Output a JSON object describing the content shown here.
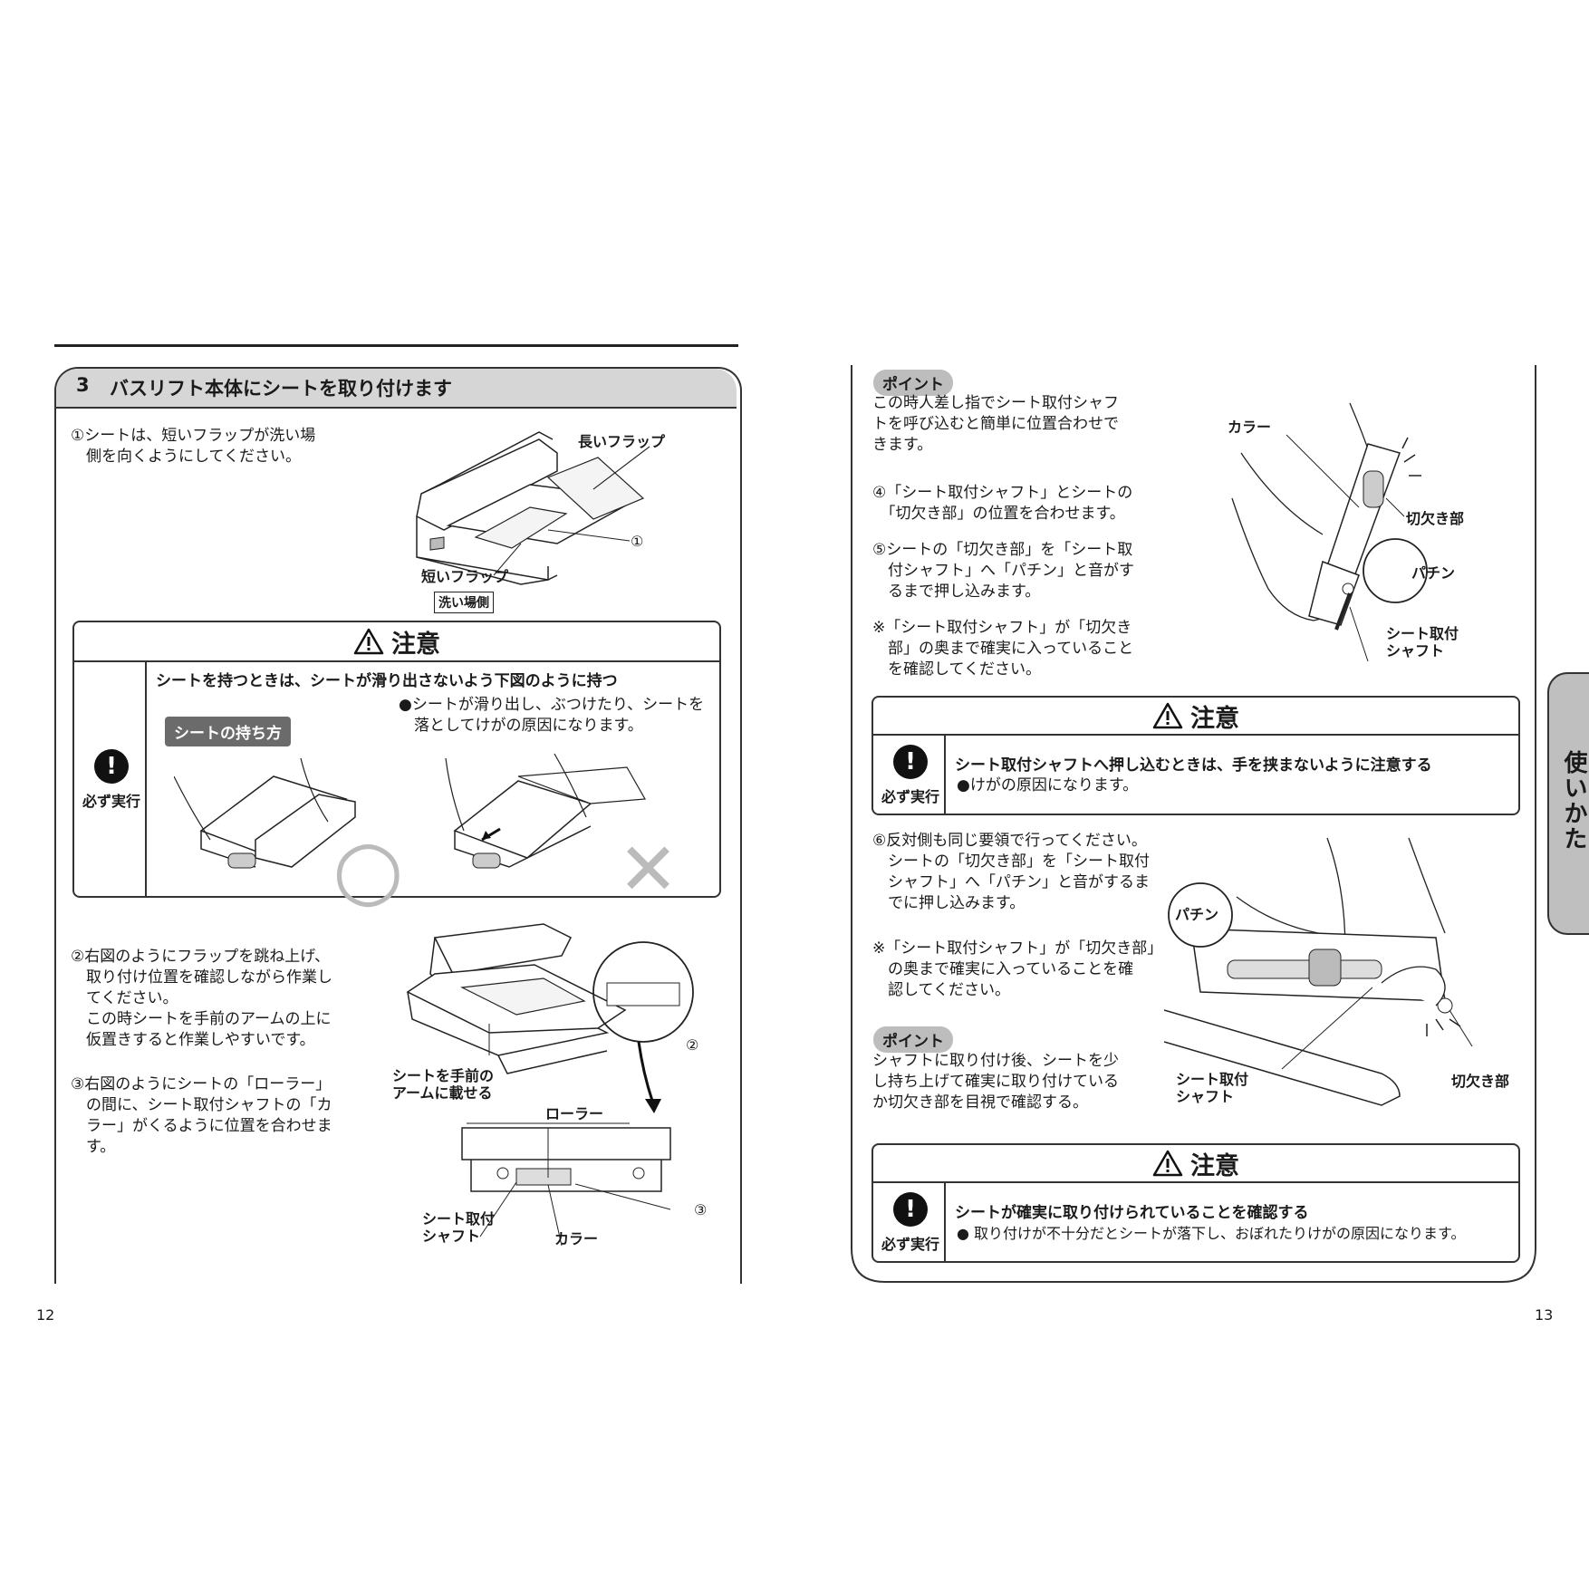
{
  "left_page": {
    "section": {
      "number": "3",
      "title": "バスリフト本体にシートを取り付けます"
    },
    "step1": "①シートは、短いフラップが洗い場\n　側を向くようにしてください。",
    "fig1_labels": {
      "long_flap": "長いフラップ",
      "marker": "①",
      "short_flap": "短いフラップ",
      "wash_side": "洗い場側"
    },
    "caution": {
      "title": "注意",
      "must_label": "必ず実行",
      "must_symbol": "!",
      "heading": "シートを持つときは、シートが滑り出さないよう下図のように持つ",
      "bullet": "●シートが滑り出し、ぶつけたり、シートを\n　落としてけがの原因になります。",
      "holding_label": "シートの持ち方",
      "ok_mark": "○",
      "ng_mark": "✕"
    },
    "step2": "②右図のようにフラップを跳ね上げ、\n　取り付け位置を確認しながら作業し\n　てください。\n　この時シートを手前のアームの上に\n　仮置きすると作業しやすいです。",
    "step3": "③右図のようにシートの「ローラー」\n　の間に、シート取付シャフトの「カ\n　ラー」がくるように位置を合わせま\n　す。",
    "fig2_labels": {
      "place_on_arm": "シートを手前の\nアームに載せる",
      "marker2": "②",
      "roller": "ローラー",
      "marker3": "③",
      "shaft": "シート取付\nシャフト",
      "collar": "カラー"
    },
    "page_number": "12"
  },
  "right_page": {
    "point1": {
      "badge": "ポイント",
      "text": "この時人差し指でシート取付シャフ\nトを呼び込むと簡単に位置合わせで\nきます。"
    },
    "step4": "④「シート取付シャフト」とシートの\n　「切欠き部」の位置を合わせます。",
    "step5": "⑤シートの「切欠き部」を「シート取\n　付シャフト」へ「パチン」と音がす\n　るまで押し込みます。",
    "note1": "※「シート取付シャフト」が「切欠き\n　部」の奥まで確実に入っていること\n　を確認してください。",
    "fig3_labels": {
      "collar": "カラー",
      "notch": "切欠き部",
      "snap": "パチン",
      "shaft": "シート取付\nシャフト"
    },
    "caution2": {
      "title": "注意",
      "must_label": "必ず実行",
      "must_symbol": "!",
      "heading": "シート取付シャフトへ押し込むときは、手を挟まないように注意する",
      "bullet": "●けがの原因になります。"
    },
    "step6": "⑥反対側も同じ要領で行ってください。\n　シートの「切欠き部」を「シート取付\n　シャフト」へ「パチン」と音がするま\n　でに押し込みます。",
    "note2": "※「シート取付シャフト」が「切欠き部」\n　の奥まで確実に入っていることを確\n　認してください。",
    "point2": {
      "badge": "ポイント",
      "text": "シャフトに取り付け後、シートを少\nし持ち上げて確実に取り付けている\nか切欠き部を目視で確認する。"
    },
    "fig4_labels": {
      "snap": "パチン",
      "shaft": "シート取付\nシャフト",
      "notch": "切欠き部"
    },
    "caution3": {
      "title": "注意",
      "must_label": "必ず実行",
      "must_symbol": "!",
      "heading": "シートが確実に取り付けられていることを確認する",
      "bullet": "● 取り付けが不十分だとシートが落下し、おぼれたりけがの原因になります。"
    },
    "side_tab": "使いかた",
    "page_number": "13"
  },
  "icons": {
    "warning": "warning-triangle-icon",
    "must": "exclamation-circle-icon"
  }
}
